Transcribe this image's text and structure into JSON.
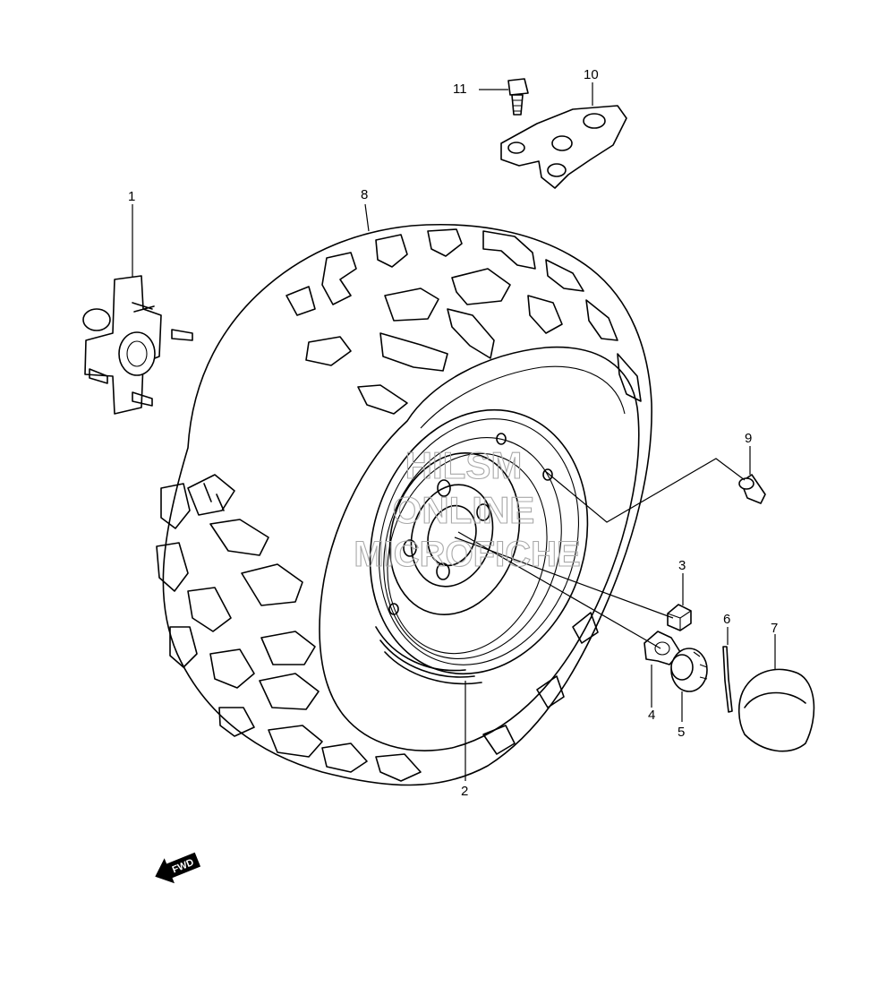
{
  "diagram": {
    "callouts": [
      {
        "id": "1",
        "label": "1"
      },
      {
        "id": "2",
        "label": "2"
      },
      {
        "id": "3",
        "label": "3"
      },
      {
        "id": "4",
        "label": "4"
      },
      {
        "id": "5",
        "label": "5"
      },
      {
        "id": "6",
        "label": "6"
      },
      {
        "id": "7",
        "label": "7"
      },
      {
        "id": "8",
        "label": "8"
      },
      {
        "id": "9",
        "label": "9"
      },
      {
        "id": "10",
        "label": "10"
      },
      {
        "id": "11",
        "label": "11"
      }
    ],
    "watermark": {
      "line1": "HILSM",
      "line2": "ONLINE",
      "line3": "MICROFICHE"
    },
    "direction_badge": {
      "label": "FWD",
      "icon": "arrow-left-icon"
    }
  }
}
